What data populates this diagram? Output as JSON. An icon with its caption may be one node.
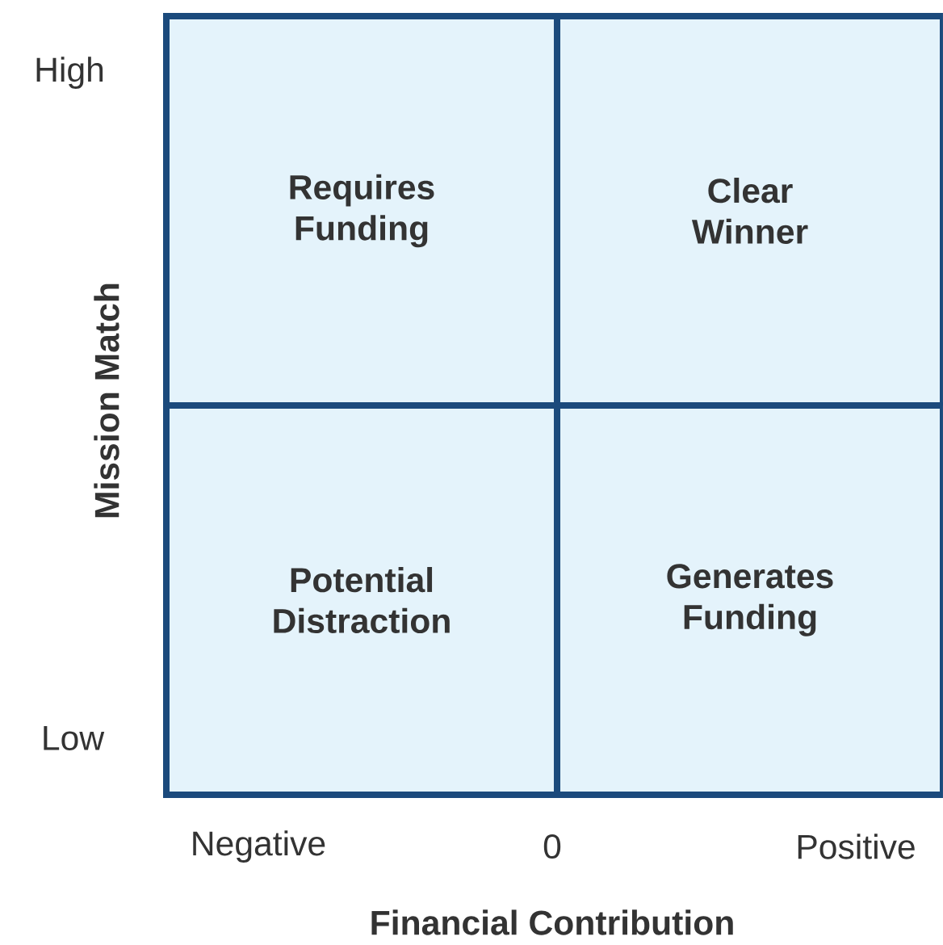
{
  "diagram": {
    "nodes": [
      {
        "text": [
          "Requires Funding"
        ]
      },
      {
        "text": [
          "Clear Winner"
        ]
      },
      {
        "text": [
          "Potential Distraction"
        ]
      },
      {
        "text": [
          "Generates Funding"
        ]
      }
    ],
    "labels": [
      "High",
      "Mission Match",
      "Low",
      "Negative",
      "0",
      "Positive",
      "Financial Contribution"
    ]
  }
}
